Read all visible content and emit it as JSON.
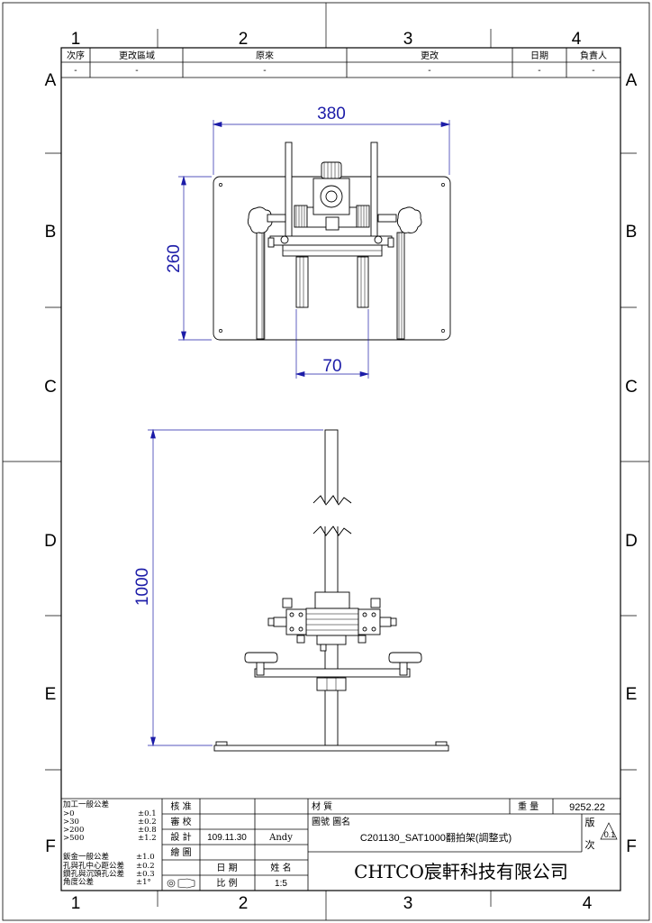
{
  "sheet": {
    "col_labels": [
      "1",
      "2",
      "3",
      "4"
    ],
    "row_labels": [
      "A",
      "B",
      "C",
      "D",
      "E",
      "F"
    ]
  },
  "revision_table": {
    "headers": [
      "次序",
      "更改區域",
      "原來",
      "更改",
      "日期",
      "負責人"
    ],
    "row": [
      "-",
      "-",
      "-",
      "-",
      "-",
      "-"
    ]
  },
  "dimensions": {
    "width": "380",
    "depth": "260",
    "gap": "70",
    "height": "1000"
  },
  "colors": {
    "dimension": "#1c1ca8",
    "line": "#000000"
  },
  "tolerance": {
    "general_title": "加工一般公差",
    "general": [
      {
        "range": ">0",
        "tol": "±0.1"
      },
      {
        "range": ">30",
        "tol": "±0.2"
      },
      {
        "range": ">200",
        "tol": "±0.8"
      },
      {
        "range": ">500",
        "tol": "±1.2"
      }
    ],
    "sheet_metal_title": "鈑金一般公差",
    "sheet_metal_tol": "±1.0",
    "others": [
      {
        "label": "孔與孔中心距公差",
        "tol": "±0.2"
      },
      {
        "label": "鑽孔與沉頭孔公差",
        "tol": "±0.3"
      },
      {
        "label": "角度公差",
        "tol": "±1°"
      }
    ]
  },
  "title_block": {
    "approve": "核 准",
    "review": "審 校",
    "design": "設 計",
    "design_date": "109.11.30",
    "designer": "Andy",
    "drawing": "繪 圖",
    "date_label": "日 期",
    "name_label": "姓 名",
    "scale_label": "比 例",
    "scale": "1:5",
    "material_label": "材 質",
    "drawing_no_label": "圖號 圖名",
    "drawing_name": "C201130_SAT1000翻拍架(調整式)",
    "weight_label": "重 量",
    "weight": "9252.22",
    "version_label_top": "版",
    "version_label_bottom": "次",
    "version": "0.1",
    "company": "CHTCO宸軒科技有限公司"
  }
}
